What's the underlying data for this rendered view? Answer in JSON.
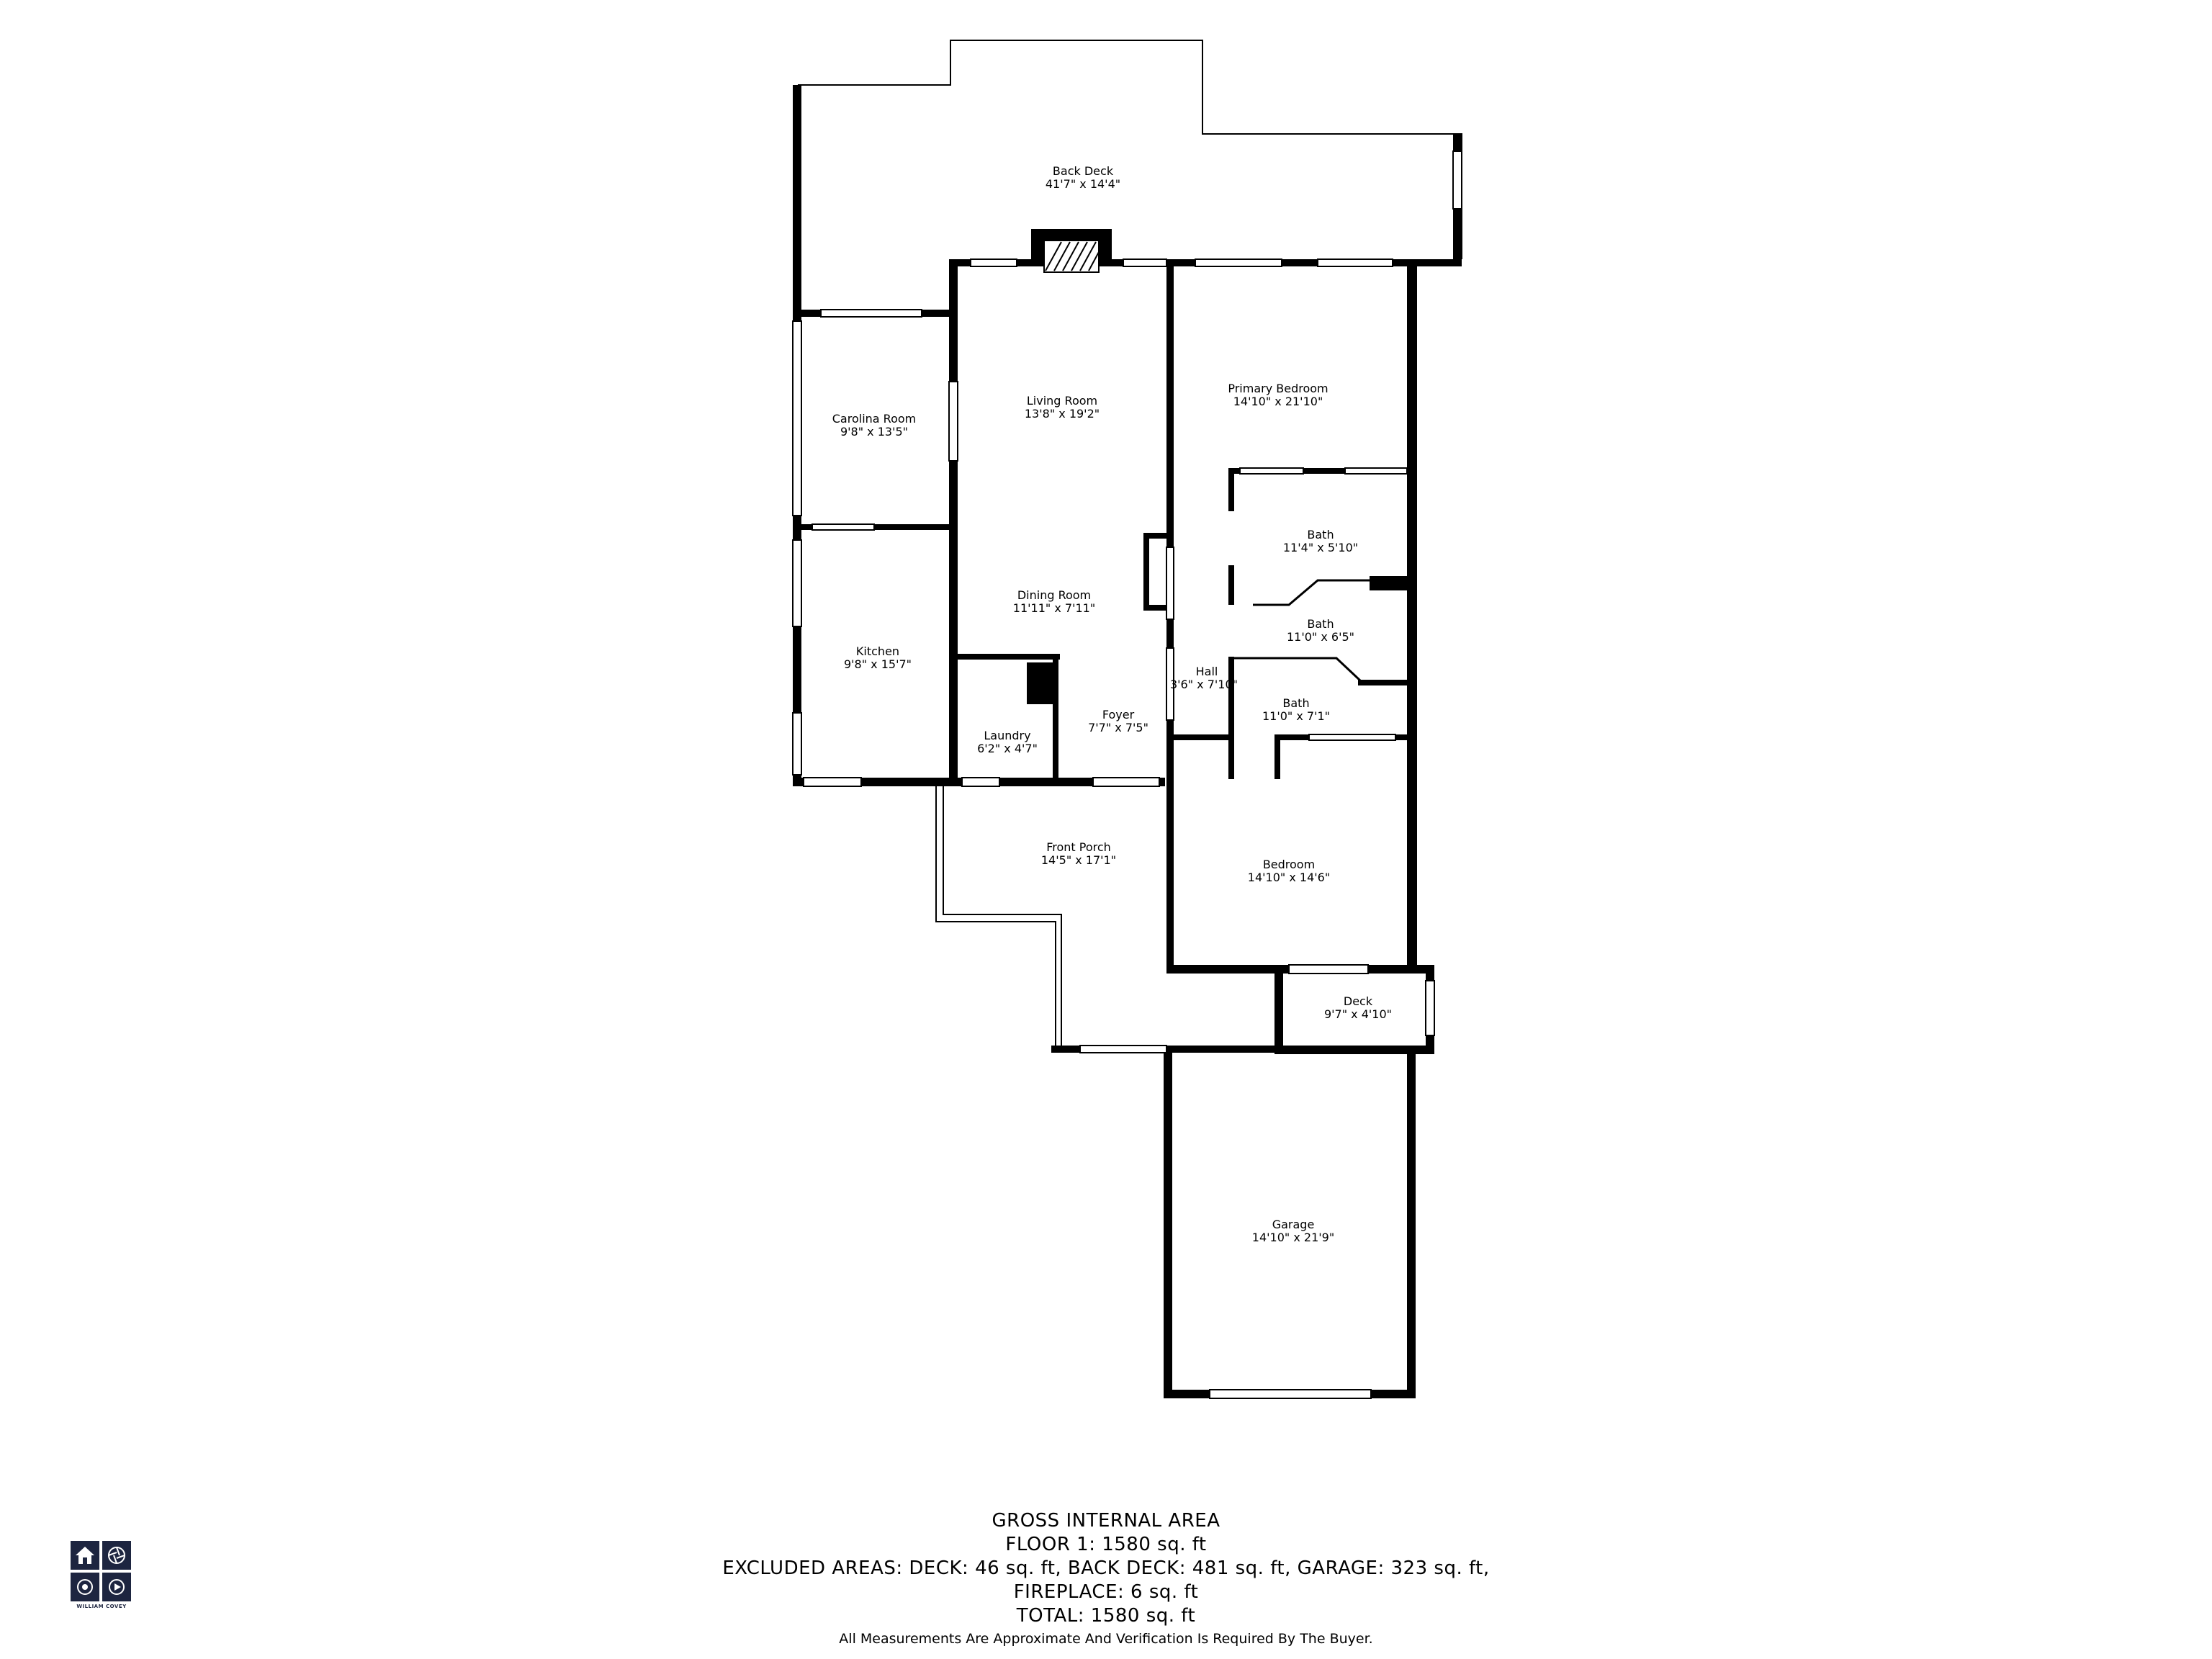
{
  "rooms": [
    {
      "id": "back-deck",
      "name": "Back Deck",
      "dims": "41'7\" x 14'4\""
    },
    {
      "id": "living-room",
      "name": "Living Room",
      "dims": "13'8\" x 19'2\""
    },
    {
      "id": "primary-bedroom",
      "name": "Primary Bedroom",
      "dims": "14'10\" x 21'10\""
    },
    {
      "id": "carolina-room",
      "name": "Carolina Room",
      "dims": "9'8\" x 13'5\""
    },
    {
      "id": "bath-1",
      "name": "Bath",
      "dims": "11'4\" x 5'10\""
    },
    {
      "id": "dining-room",
      "name": "Dining Room",
      "dims": "11'11\" x 7'11\""
    },
    {
      "id": "bath-2",
      "name": "Bath",
      "dims": "11'0\" x 6'5\""
    },
    {
      "id": "kitchen",
      "name": "Kitchen",
      "dims": "9'8\" x 15'7\""
    },
    {
      "id": "hall",
      "name": "Hall",
      "dims": "3'6\" x 7'10\""
    },
    {
      "id": "bath-3",
      "name": "Bath",
      "dims": "11'0\" x 7'1\""
    },
    {
      "id": "foyer",
      "name": "Foyer",
      "dims": "7'7\" x 7'5\""
    },
    {
      "id": "laundry",
      "name": "Laundry",
      "dims": "6'2\" x 4'7\""
    },
    {
      "id": "front-porch",
      "name": "Front Porch",
      "dims": "14'5\" x 17'1\""
    },
    {
      "id": "bedroom",
      "name": "Bedroom",
      "dims": "14'10\" x 14'6\""
    },
    {
      "id": "deck",
      "name": "Deck",
      "dims": "9'7\" x 4'10\""
    },
    {
      "id": "garage",
      "name": "Garage",
      "dims": "14'10\" x 21'9\""
    }
  ],
  "summary": {
    "heading": "GROSS INTERNAL AREA",
    "floor": "FLOOR 1: 1580 sq. ft",
    "excluded": "EXCLUDED AREAS: DECK: 46 sq. ft, BACK DECK: 481 sq. ft, GARAGE: 323 sq. ft,",
    "fireplace": "FIREPLACE: 6 sq. ft",
    "total": "TOTAL: 1580 sq. ft",
    "disclaimer": "All Measurements Are Approximate And Verification Is Required By The Buyer."
  },
  "logo": {
    "brand": "WILLIAM COVEY",
    "icons": [
      "house-icon",
      "aperture-icon",
      "camera-lens-icon",
      "play-icon"
    ],
    "color": "#1d2540"
  }
}
